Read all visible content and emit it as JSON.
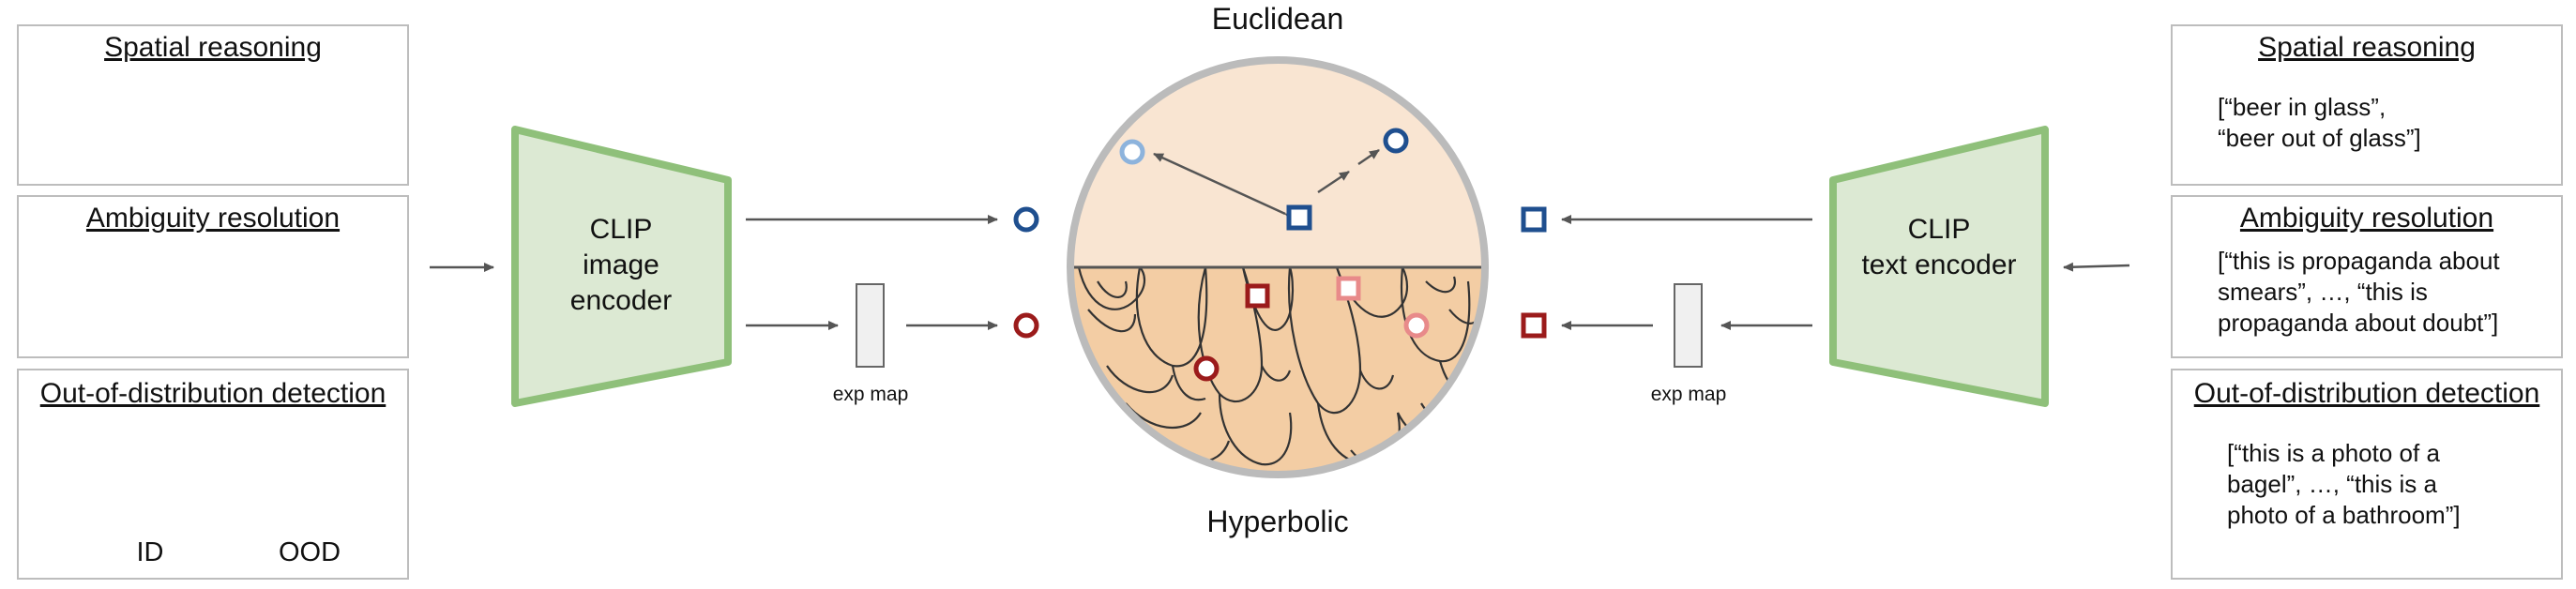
{
  "left_panels": {
    "spatial": {
      "title": "Spatial reasoning"
    },
    "ambiguity": {
      "title": "Ambiguity resolution"
    },
    "ood": {
      "title": "Out-of-distribution detection",
      "id_label": "ID",
      "ood_label": "OOD"
    }
  },
  "right_panels": {
    "spatial": {
      "title": "Spatial reasoning",
      "text": "[“beer in glass”,\n“beer out of glass”]"
    },
    "ambiguity": {
      "title": "Ambiguity resolution",
      "text": "[“this is propaganda about\nsmears”, …, “this is\npropaganda about doubt”]"
    },
    "ood": {
      "title": "Out-of-distribution detection",
      "text": "[“this is a photo of a\nbagel”, …, “this is a\nphoto of a bathroom”]"
    }
  },
  "encoders": {
    "image": "CLIP\nimage\nencoder",
    "text": "CLIP\ntext encoder"
  },
  "exp_map_label": "exp map",
  "space_labels": {
    "euclidean": "Euclidean",
    "hyperbolic": "Hyperbolic"
  },
  "colors": {
    "euclid_fill": "#f9e5d2",
    "hyper_fill": "#f3cda4",
    "blue": "#1f4f8f",
    "light_blue": "#8db3dc",
    "red": "#9b1b1b",
    "pink": "#e88a8a",
    "encoder_fill": "#dce9d3",
    "encoder_stroke": "#8fc07a"
  }
}
